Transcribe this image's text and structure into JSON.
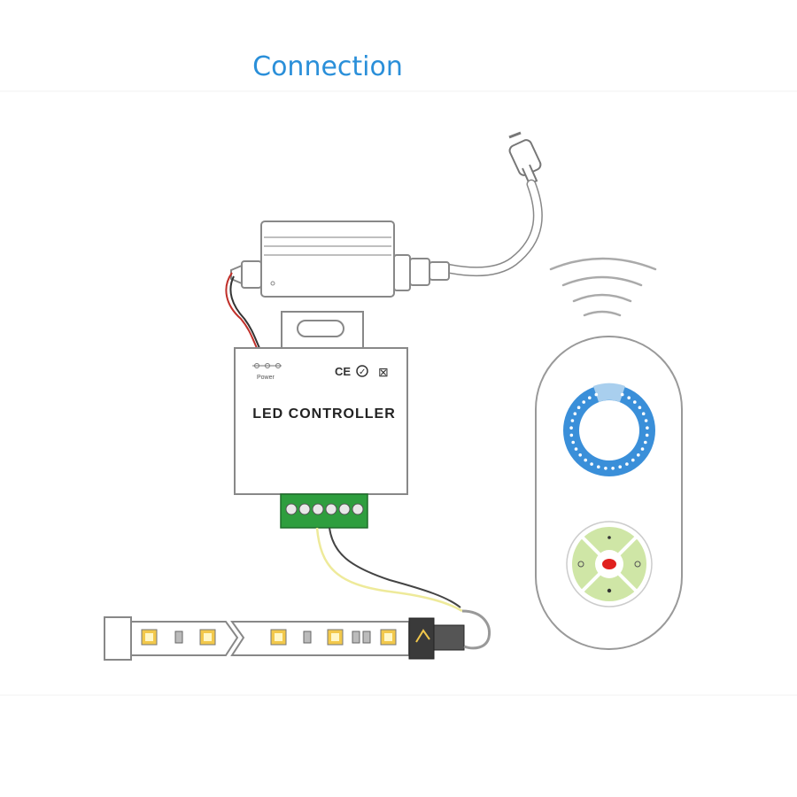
{
  "title": "Connection",
  "controller": {
    "label": "LED CONTROLLER",
    "power_label": "Power",
    "cert_ce": "CE",
    "cert_check": "✓",
    "cert_weee": "⊠"
  },
  "colors": {
    "title": "#2a8fd9",
    "line": "#8a8a8a",
    "terminal_green": "#2e9e3e",
    "ring_blue": "#3a8fd9",
    "ring_light": "#a9cfee",
    "keypad_green": "#cfe6a6",
    "center_button_red": "#e0201e",
    "led_chip": "#f2c84b",
    "wire_red": "#c0302a",
    "wire_yellow": "#eeea9a",
    "wire_black": "#333333"
  },
  "icons": [
    "plug-icon",
    "wireless-signal-icon",
    "ce-mark-icon",
    "check-mark-icon",
    "weee-bin-icon",
    "power-jack-icon"
  ]
}
